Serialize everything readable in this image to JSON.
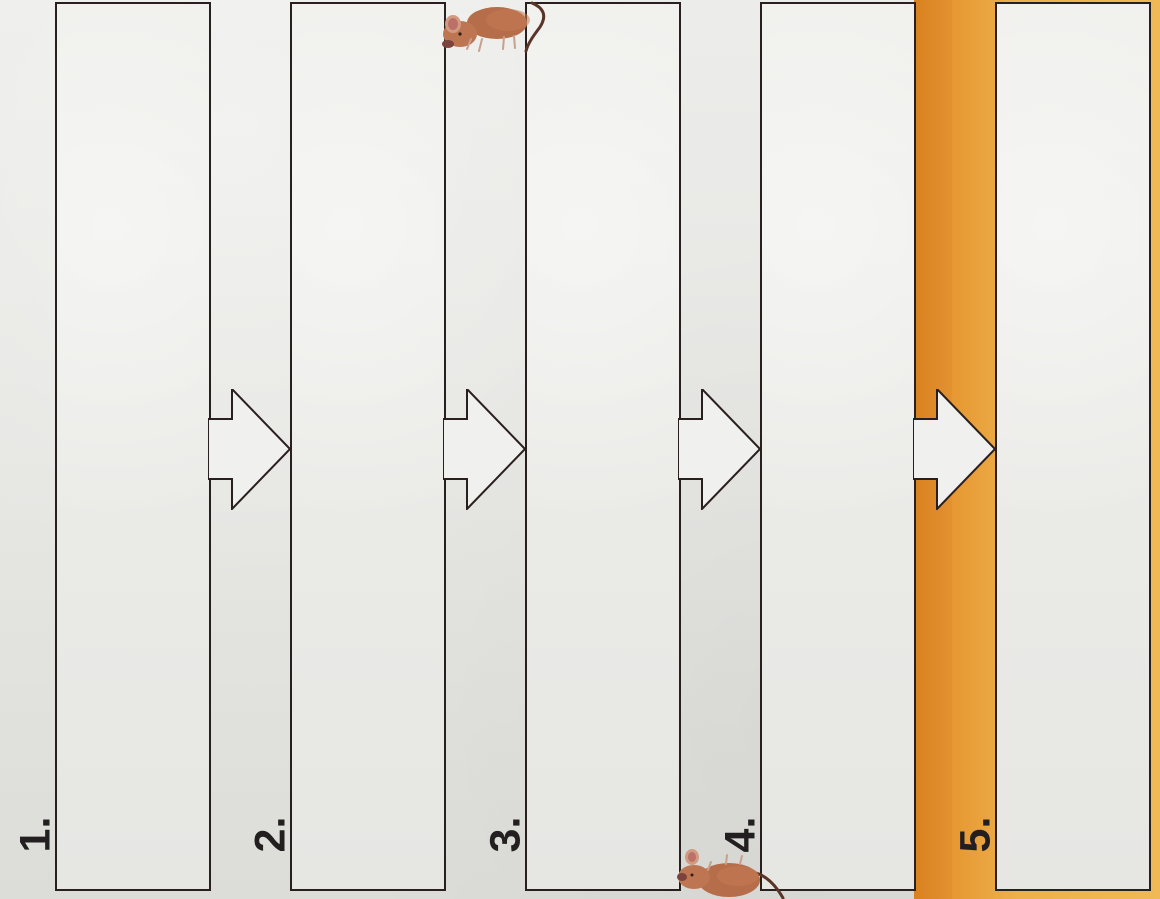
{
  "diagram": {
    "direction": "left-to-right",
    "steps": [
      {
        "label": "1."
      },
      {
        "label": "2."
      },
      {
        "label": "3."
      },
      {
        "label": "4."
      },
      {
        "label": "5."
      }
    ]
  },
  "colors": {
    "background": "#e9e9e7",
    "card_fill": "#ecece9",
    "outline": "#2a1f1f",
    "accent_band": "#e9a23c",
    "mouse": "#b66d4a"
  },
  "decorations": [
    {
      "name": "mouse-icon",
      "position": "top"
    },
    {
      "name": "mouse-icon",
      "position": "bottom"
    }
  ]
}
